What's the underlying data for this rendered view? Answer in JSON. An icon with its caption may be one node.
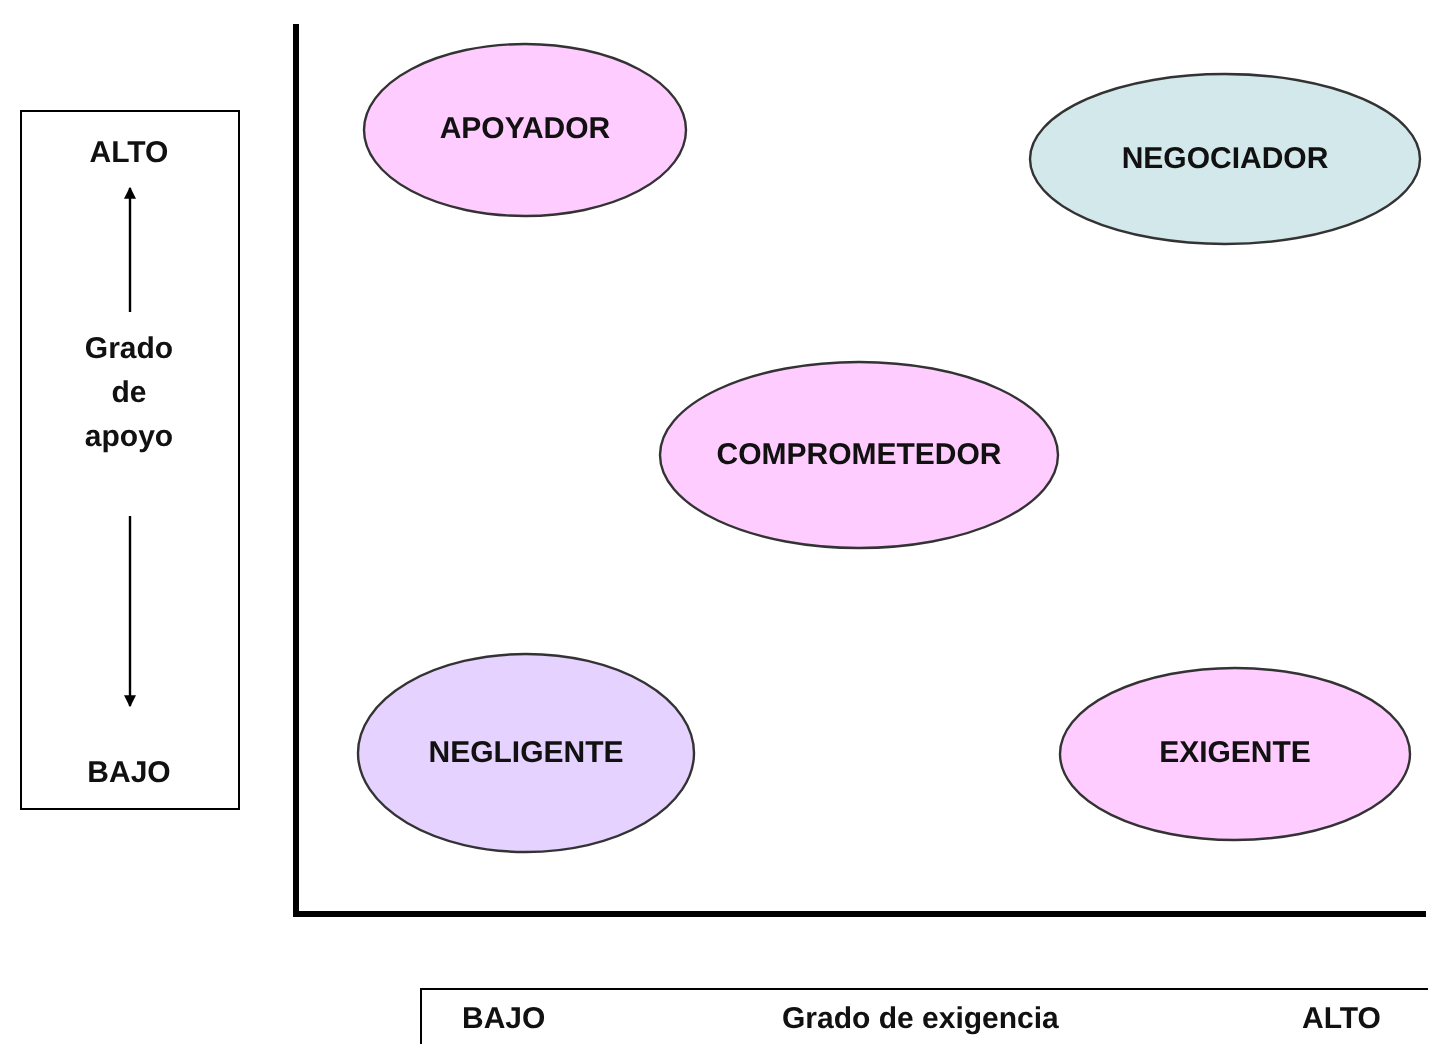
{
  "diagram": {
    "nodes": [
      {
        "text": [
          "ALTO",
          "Grado de apoyo",
          "BAJO"
        ]
      },
      {
        "text": [
          "APOYADOR"
        ]
      },
      {
        "text": [
          "NEGOCIADOR"
        ]
      },
      {
        "text": [
          "COMPROMETEDOR"
        ]
      },
      {
        "text": [
          "NEGLIGENTE"
        ]
      },
      {
        "text": [
          "EXIGENTE"
        ]
      },
      {
        "text": [
          "BAJO",
          "Grado de exigencia",
          "ALTO"
        ]
      }
    ],
    "edges": []
  }
}
